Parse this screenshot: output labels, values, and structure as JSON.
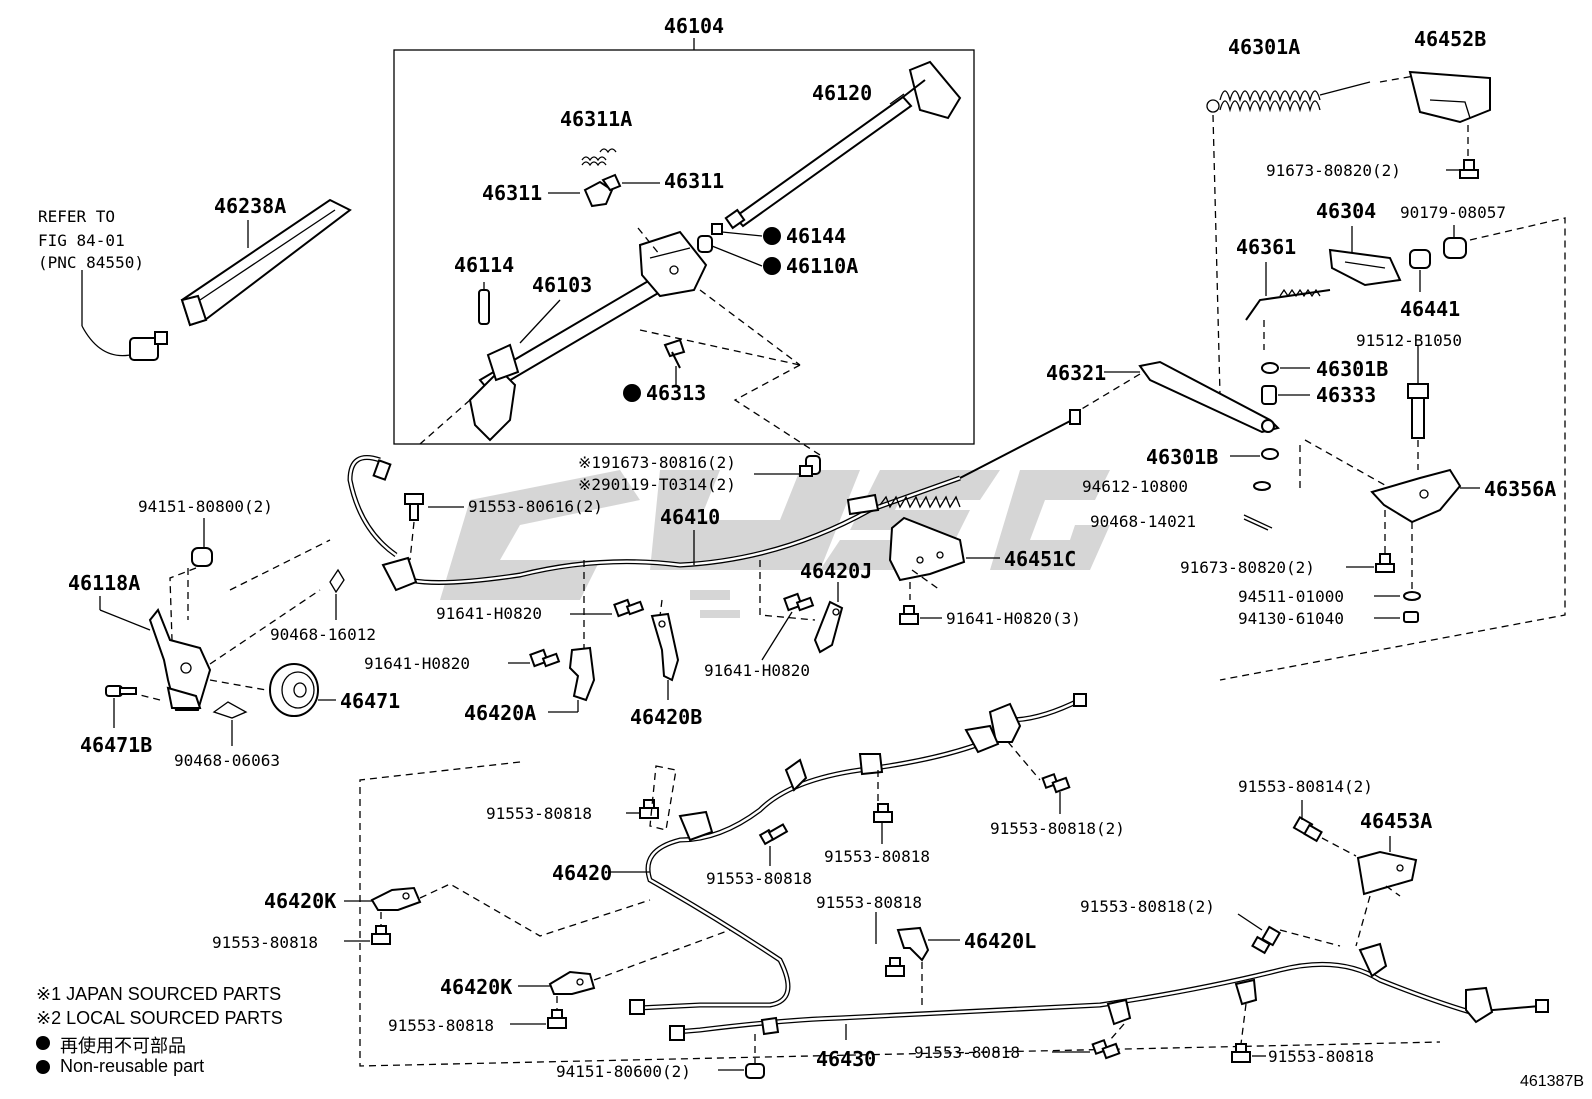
{
  "diagram_code": "461387B",
  "reference_note": [
    "REFER TO",
    "FIG 84-01",
    "(PNC 84550)"
  ],
  "watermark": "CUSG",
  "colors": {
    "line": "#000000",
    "background": "#ffffff",
    "watermark": "#b5b5b5"
  },
  "assembly_box_label": "46104",
  "labels": {
    "p46120": "46120",
    "p46311A": "46311A",
    "p46311": "46311",
    "p46311b": "46311",
    "p46144": "46144",
    "p46110A": "46110A",
    "p46114": "46114",
    "p46103": "46103",
    "p46313": "46313",
    "p46238A": "46238A",
    "p46301A": "46301A",
    "p46452B": "46452B",
    "p91673a": "91673-80820(2)",
    "p46304": "46304",
    "p90179": "90179-08057",
    "p46361": "46361",
    "p46441": "46441",
    "p91512": "91512-B1050",
    "p46321": "46321",
    "p46301B1": "46301B",
    "p46333": "46333",
    "p46301B2": "46301B",
    "p94612": "94612-10800",
    "p46356A": "46356A",
    "p90468a": "90468-14021",
    "p91673b": "91673-80820(2)",
    "p94511": "94511-01000",
    "p94130": "94130-61040",
    "p191673": "※191673-80816(2)",
    "p290119": "※290119-T0314(2)",
    "p94151a": "94151-80800(2)",
    "p91553a": "91553-80616(2)",
    "p46410": "46410",
    "p46451C": "46451C",
    "p46420J": "46420J",
    "p46118A": "46118A",
    "p91641a": "91641-H0820",
    "p91641b": "91641-H0820(3)",
    "p90468b": "90468-16012",
    "p91641c": "91641-H0820",
    "p91641d": "91641-H0820",
    "p46471": "46471",
    "p46420A": "46420A",
    "p46420B": "46420B",
    "p46471B": "46471B",
    "p90468c": "90468-06063",
    "p91553b": "91553-80818",
    "p91553c": "91553-80818(2)",
    "p91553d": "91553-80814(2)",
    "p46453A": "46453A",
    "p46420": "46420",
    "p91553e": "91553-80818",
    "p91553f": "91553-80818",
    "p46420K1": "46420K",
    "p91553g": "91553-80818",
    "p91553h": "91553-80818",
    "p46420L": "46420L",
    "p91553i": "91553-80818(2)",
    "p46420K2": "46420K",
    "p91553j": "91553-80818",
    "p46430": "46430",
    "p91553k": "91553-80818",
    "p91553l": "91553-80818",
    "p94151b": "94151-80600(2)"
  },
  "legend": {
    "note1": "※1 JAPAN SOURCED PARTS",
    "note2": "※2 LOCAL SOURCED PARTS",
    "nonreusable_jp": "再使用不可部品",
    "nonreusable_en": "Non-reusable part"
  }
}
